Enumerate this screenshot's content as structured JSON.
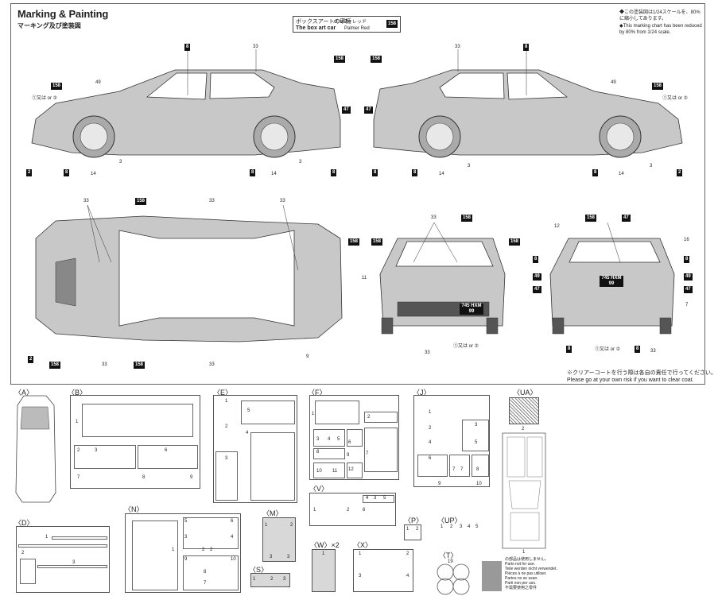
{
  "header": {
    "title": "Marking & Painting",
    "subtitle": "マーキング及び塗装図",
    "boxart_jp": "ボックスアートの車輛",
    "boxart_color_jp": "パルマーレッド",
    "boxart_en": "The box art car",
    "boxart_color_en": "Palmer Red",
    "boxart_num": "158"
  },
  "notes": {
    "scale_jp": "◆この塗装図は1/24スケールを、80%に縮小してあります。",
    "scale_en": "◆This marking chart has been reduced by 80% from 1/24 scale.",
    "clear_jp": "※クリアーコートを行う際は各自の責任で行ってください。",
    "clear_en": "Please go at your own risk if you want to clear coat."
  },
  "callouts": {
    "c8": "8",
    "c33": "33",
    "c158": "158",
    "c49": "49",
    "c47": "47",
    "c2": "2",
    "c14": "14",
    "c3": "3",
    "c16": "16",
    "c12": "12",
    "c11": "11",
    "c7": "7",
    "c9": "9",
    "or1": "①又は or ②",
    "plate": "745 HXM 99"
  },
  "panels": {
    "A": "〈A〉",
    "B": "〈B〉",
    "E": "〈E〉",
    "F": "〈F〉",
    "J": "〈J〉",
    "UA": "〈UA〉",
    "D": "〈D〉",
    "N": "〈N〉",
    "M": "〈M〉",
    "V": "〈V〉",
    "P": "〈P〉",
    "UP": "〈UP〉",
    "W": "〈W〉×2",
    "X": "〈X〉",
    "S": "〈S〉",
    "T": "〈T〉"
  },
  "part_numbers": {
    "n1": "1",
    "n2": "2",
    "n3": "3",
    "n4": "4",
    "n5": "5",
    "n6": "6",
    "n7": "7",
    "n8": "8",
    "n9": "9",
    "n10": "10",
    "n11": "11",
    "n12": "12",
    "n19": "19"
  },
  "not_used": {
    "jp": "の部品は使用しません。",
    "en": "Parts not for use.",
    "de": "Teile werden nicht verwendet.",
    "fr": "Pièces à ne pas utiliser.",
    "es": "Partes no se usan.",
    "it": "Parti non per uso.",
    "cn": "不需要使用之零件"
  }
}
